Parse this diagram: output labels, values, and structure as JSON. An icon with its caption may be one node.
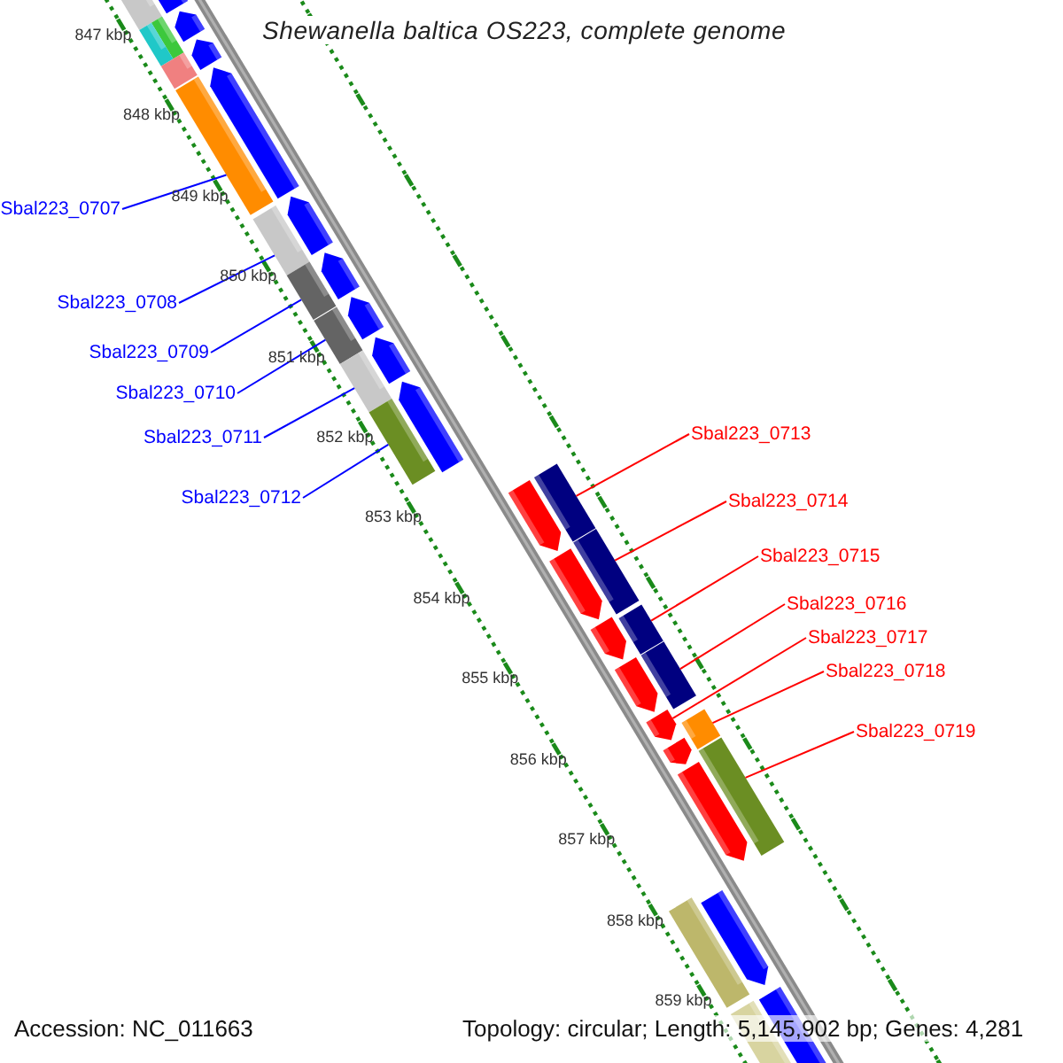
{
  "diagram": {
    "title": "Shewanella baltica OS223, complete genome",
    "nodes": [
      {
        "text": [
          "Sbal223_0707"
        ]
      },
      {
        "text": [
          "Sbal223_0708"
        ]
      },
      {
        "text": [
          "Sbal223_0709"
        ]
      },
      {
        "text": [
          "Sbal223_0710"
        ]
      },
      {
        "text": [
          "Sbal223_0711"
        ]
      },
      {
        "text": [
          "Sbal223_0712"
        ]
      },
      {
        "text": [
          "Sbal223_0713"
        ]
      },
      {
        "text": [
          "Sbal223_0714"
        ]
      },
      {
        "text": [
          "Sbal223_0715"
        ]
      },
      {
        "text": [
          "Sbal223_0716"
        ]
      },
      {
        "text": [
          "Sbal223_0717"
        ]
      },
      {
        "text": [
          "Sbal223_0718"
        ]
      },
      {
        "text": [
          "Sbal223_0719"
        ]
      },
      {
        "text": [],
        "shape": "bar"
      },
      {
        "text": [],
        "shape": "bar"
      },
      {
        "text": [],
        "shape": "bar"
      },
      {
        "text": [],
        "shape": "bar"
      },
      {
        "text": [],
        "shape": "bar"
      },
      {
        "text": [],
        "shape": "bar"
      },
      {
        "text": [],
        "shape": "bar"
      },
      {
        "text": [],
        "shape": "bar"
      },
      {
        "text": [],
        "shape": "bar"
      },
      {
        "text": [],
        "shape": "bar"
      },
      {
        "text": [],
        "shape": "pentagon"
      },
      {
        "text": [],
        "shape": "bar"
      },
      {
        "text": [],
        "shape": "bar"
      }
    ],
    "edges": [
      {
        "from": 0,
        "to": 13,
        "arrow": "none",
        "color": "#0000ff"
      },
      {
        "from": 1,
        "to": 14,
        "arrow": "none",
        "color": "#0000ff"
      },
      {
        "from": 2,
        "to": 15,
        "arrow": "none",
        "color": "#0000ff"
      },
      {
        "from": 3,
        "to": 16,
        "arrow": "none",
        "color": "#0000ff"
      },
      {
        "from": 4,
        "to": 17,
        "arrow": "none",
        "color": "#0000ff"
      },
      {
        "from": 5,
        "to": 18,
        "arrow": "none",
        "color": "#0000ff"
      },
      {
        "from": 6,
        "to": 19,
        "arrow": "none"
      },
      {
        "from": 7,
        "to": 20,
        "arrow": "none"
      },
      {
        "from": 8,
        "to": 21,
        "arrow": "none"
      },
      {
        "from": 9,
        "to": 22,
        "arrow": "none"
      },
      {
        "from": 10,
        "to": 23,
        "arrow": "none"
      },
      {
        "from": 11,
        "to": 24,
        "arrow": "none"
      },
      {
        "from": 12,
        "to": 25,
        "arrow": "none"
      }
    ],
    "labels": [
      "847 kbp",
      "848 kbp",
      "849 kbp",
      "850 kbp",
      "851 kbp",
      "852 kbp",
      "853 kbp",
      "854 kbp",
      "855 kbp",
      "856 kbp",
      "857 kbp",
      "858 kbp",
      "859 kbp",
      "Accession: NC_011663",
      "Topology: circular; Length: 5,145,902 bp; Genes: 4,281"
    ]
  }
}
